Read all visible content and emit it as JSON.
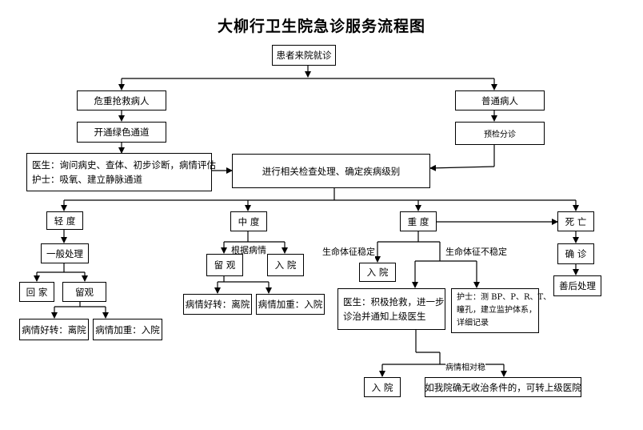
{
  "title": "大柳行卫生院急诊服务流程图",
  "nodes": {
    "start": "患者来院就诊",
    "critical": "危重抢救病人",
    "green_channel": "开通绿色通道",
    "doctor_nurse_line1": "医生：询问病史、查体、初步诊断，病情评估",
    "doctor_nurse_line2": "护士：吸氧、建立静脉通道",
    "normal": "普通病人",
    "triage": "预检分诊",
    "exam": "进行相关检查处理、确定疾病级别",
    "mild": "轻 度",
    "moderate": "中 度",
    "severe": "重 度",
    "death": "死 亡",
    "general": "一般处理",
    "home": "回 家",
    "observe_mild": "留观",
    "mild_better": "病情好转：离院",
    "mild_worse": "病情加重：入院",
    "observe_mod": "留 观",
    "admit_mod": "入 院",
    "mod_better": "病情好转：离院",
    "mod_worse": "病情加重：入院",
    "admit_stable": "入 院",
    "sev_doctor_line1": "医生：积极抢救，进一步",
    "sev_doctor_line2": "诊治并通知上级医生",
    "sev_nurse_line1": "护士：测 BP、P、R、T、",
    "sev_nurse_line2": "瞳孔，建立监护体系，",
    "sev_nurse_line3": "详细记录",
    "admit_final": "入 院",
    "transfer": "如我院确无收治条件的，可转上级医院",
    "confirm": "确 诊",
    "aftercare": "善后处理"
  },
  "edge_labels": {
    "by_condition": "根据病情",
    "vital_stable": "生命体征稳定",
    "vital_unstable": "生命体征不稳定",
    "relatively_stable": "病情相对稳"
  }
}
